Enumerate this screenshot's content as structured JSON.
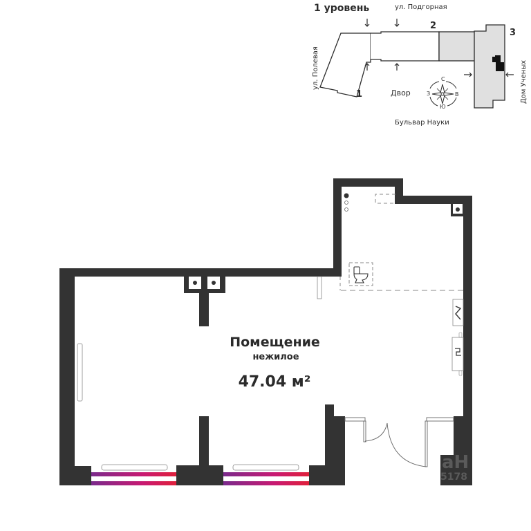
{
  "key_plan": {
    "level_title": "1 уровень",
    "streets": {
      "top": "ул. Подгорная",
      "left": "ул. Полевая",
      "right": "Дом Ученых",
      "bottom": "Бульвар Науки"
    },
    "yard_label": "Двор",
    "section_numbers": [
      "1",
      "2",
      "3"
    ],
    "compass": {
      "north": "С",
      "south": "Ю",
      "west": "З",
      "east": "В"
    },
    "colors": {
      "highlight_section": "#e0e0e0",
      "selected_unit": "#111111"
    }
  },
  "floor_plan": {
    "room_title": "Помещение",
    "room_subtitle": "нежилое",
    "area": "47.04 м²",
    "colors": {
      "wall": "#333333",
      "window_start": "#7a2a8c",
      "window_end": "#e0203a"
    }
  },
  "watermark": {
    "line1": "aH",
    "line2": "5178"
  }
}
